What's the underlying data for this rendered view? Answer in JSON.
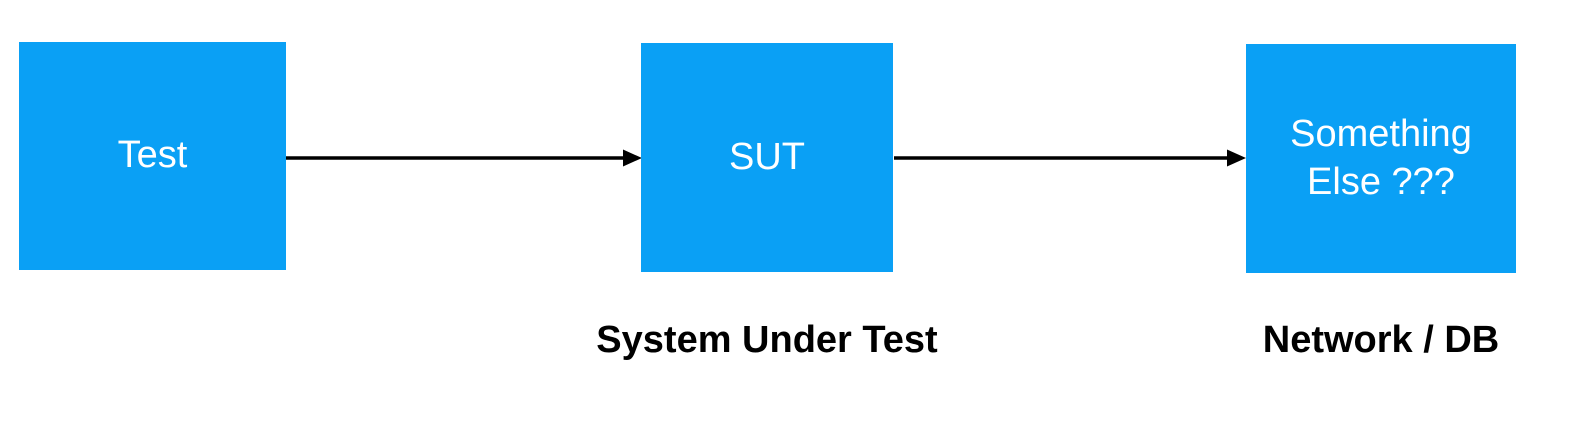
{
  "colors": {
    "node_fill": "#0AA0F5",
    "node_text": "#FFFFFF",
    "arrow": "#000000",
    "caption_text": "#000000",
    "background": "#FFFFFF"
  },
  "diagram": {
    "type": "flow",
    "nodes": [
      {
        "id": "test",
        "label": "Test"
      },
      {
        "id": "sut",
        "label": "SUT",
        "caption": "System Under Test"
      },
      {
        "id": "something_else",
        "label": "Something\nElse ???",
        "caption": "Network / DB"
      }
    ],
    "edges": [
      {
        "from": "test",
        "to": "sut",
        "direction": "right"
      },
      {
        "from": "sut",
        "to": "something_else",
        "direction": "right"
      }
    ]
  }
}
